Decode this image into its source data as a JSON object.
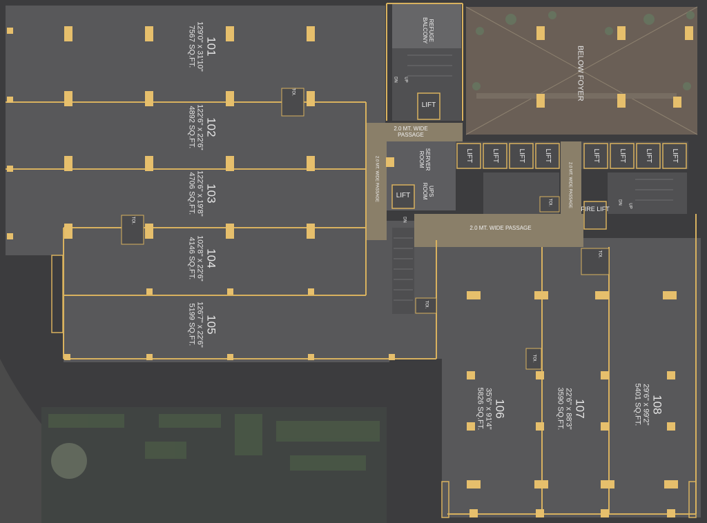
{
  "units": [
    {
      "number": "101",
      "dimensions": "129'0\" x 31'10\"",
      "area": "7567 SQ.FT."
    },
    {
      "number": "102",
      "dimensions": "122'6\" x 22'6\"",
      "area": "4892 SQ.FT."
    },
    {
      "number": "103",
      "dimensions": "122'6\" x 19'8\"",
      "area": "4706 SQ.FT."
    },
    {
      "number": "104",
      "dimensions": "102'8\" x 22'6\"",
      "area": "4146 SQ.FT."
    },
    {
      "number": "105",
      "dimensions": "126'7\" x 22'6\"",
      "area": "5199 SQ.FT."
    },
    {
      "number": "106",
      "dimensions": "35'6\" x 91'4\"",
      "area": "5826 SQ.FT."
    },
    {
      "number": "107",
      "dimensions": "22'6\" x 88'3\"",
      "area": "3590 SQ.FT."
    },
    {
      "number": "108",
      "dimensions": "29'6\" x 99'2\"",
      "area": "5401 SQ.FT."
    }
  ],
  "labels": {
    "refuge_balcony": "REFUGE BALCONY",
    "below_foyer": "BELOW FOYER",
    "lift": "LIFT",
    "fire_lift": "FIRE LIFT",
    "server_room": "SERVER ROOM",
    "ups_room": "UPS ROOM",
    "passage_top": "2.0 MT. WIDE PASSAGE",
    "passage_vertical": "2.0 MT. WIDE PASSAGE",
    "passage_bottom": "2.0 MT. WIDE PASSAGE",
    "passage_right": "2.0 MT. WIDE PASSAGE",
    "toilet": "TOI.",
    "up": "UP",
    "dn": "DN"
  },
  "colors": {
    "background": "#3c3c3e",
    "unit_fill": "#58585a",
    "wall": "#d9b25f",
    "column": "#e6bf6c",
    "passage": "#8a7f69",
    "foyer": "#6a5f56",
    "core": "#4a4a4c"
  }
}
